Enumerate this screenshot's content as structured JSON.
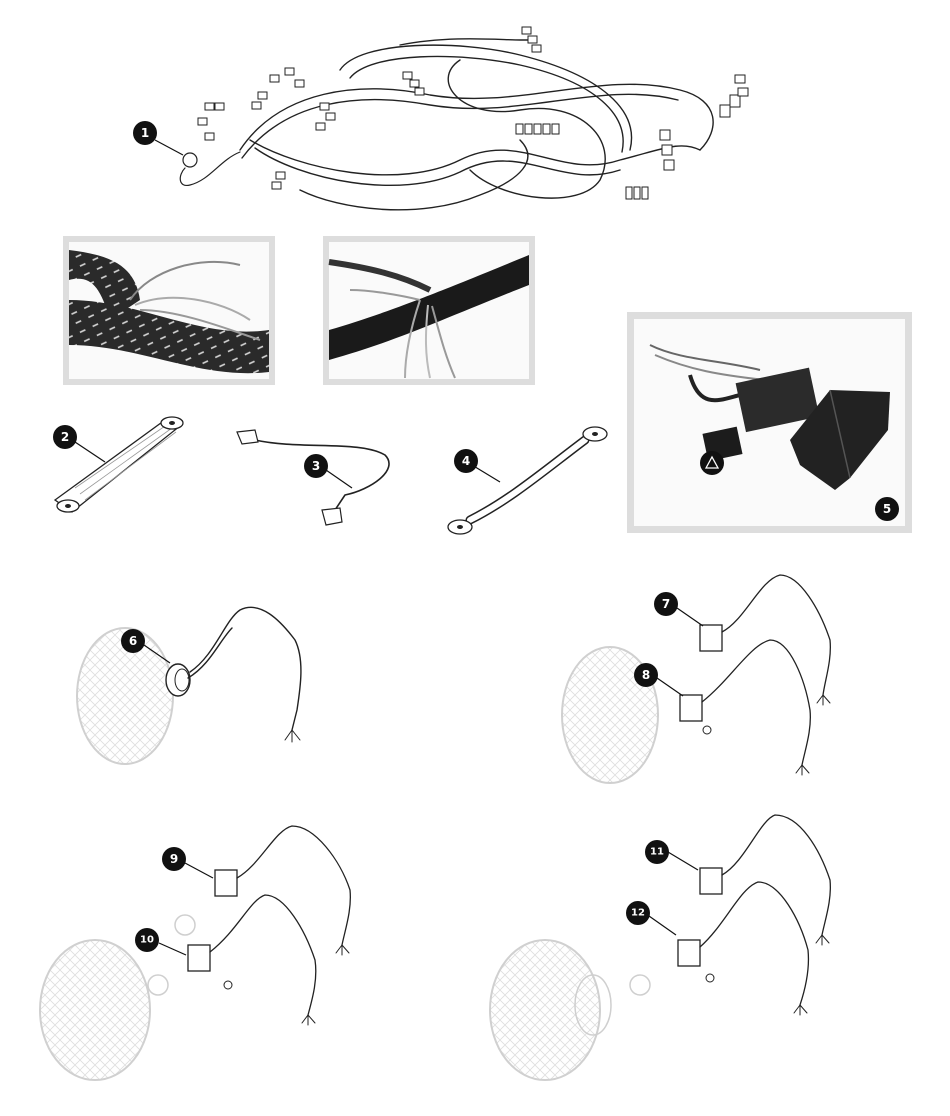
{
  "callouts": [
    {
      "label": "1"
    },
    {
      "label": "2"
    },
    {
      "label": "3"
    },
    {
      "label": "4"
    },
    {
      "label": "5"
    },
    {
      "label": "6"
    },
    {
      "label": "7"
    },
    {
      "label": "8"
    },
    {
      "label": "9"
    },
    {
      "label": "10"
    },
    {
      "label": "11"
    },
    {
      "label": "12"
    }
  ],
  "colors": {
    "callout": "#111111",
    "line_art": "#222222",
    "ghost_parts": "#cfcfcf",
    "photo_frame": "#dddddd",
    "braid_dark": "#2a2a2a",
    "braid_light": "#d8d8d8"
  }
}
